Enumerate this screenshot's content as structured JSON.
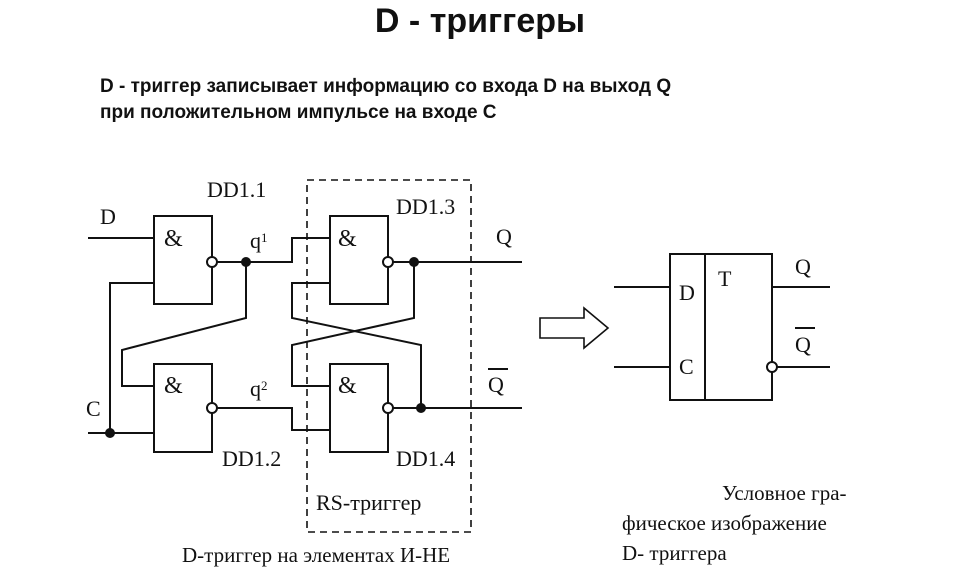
{
  "title": "D - триггеры",
  "description": {
    "line1": "D - триггер записывает информацию со входа D на выход Q",
    "line2": "при положительном импульсе на входе С"
  },
  "circuit": {
    "input_d": "D",
    "input_c": "C",
    "output_q": "Q",
    "output_q_bar": "Q",
    "gate_symbol": "&",
    "gates": [
      "DD1.1",
      "DD1.2",
      "DD1.3",
      "DD1.4"
    ],
    "node_q1": {
      "base": "q",
      "sub": "1"
    },
    "node_q2": {
      "base": "q",
      "sub": "2"
    },
    "rs_label": "RS-триггер",
    "caption": "D-триггер на элементах И-НЕ"
  },
  "symbol": {
    "input_d": "D",
    "input_c": "C",
    "type": "T",
    "output_q": "Q",
    "output_q_bar": "Q",
    "caption_line1": "Условное гра-",
    "caption_line2": "фическое изображение",
    "caption_line3": "D- триггера"
  }
}
